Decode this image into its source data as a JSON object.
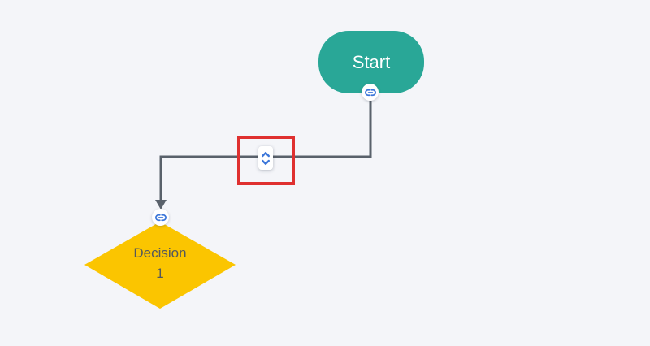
{
  "canvas": {
    "background": "#f4f5f9"
  },
  "nodes": {
    "start": {
      "label": "Start",
      "shape": "rounded-pill",
      "fill": "#29a797",
      "text_color": "#ffffff"
    },
    "decision": {
      "label_line1": "Decision",
      "label_line2": "1",
      "shape": "diamond",
      "fill": "#fbc500",
      "text_color": "#54585c"
    }
  },
  "connector": {
    "from": "start",
    "to": "decision",
    "style": "orthogonal-arrow",
    "color": "#59616b",
    "handle_icon": "up-down-chevrons-icon",
    "link_icon": "link-icon",
    "link_icon_color": "#3b76d9"
  },
  "highlight": {
    "type": "selection-box",
    "color": "#df3030"
  }
}
